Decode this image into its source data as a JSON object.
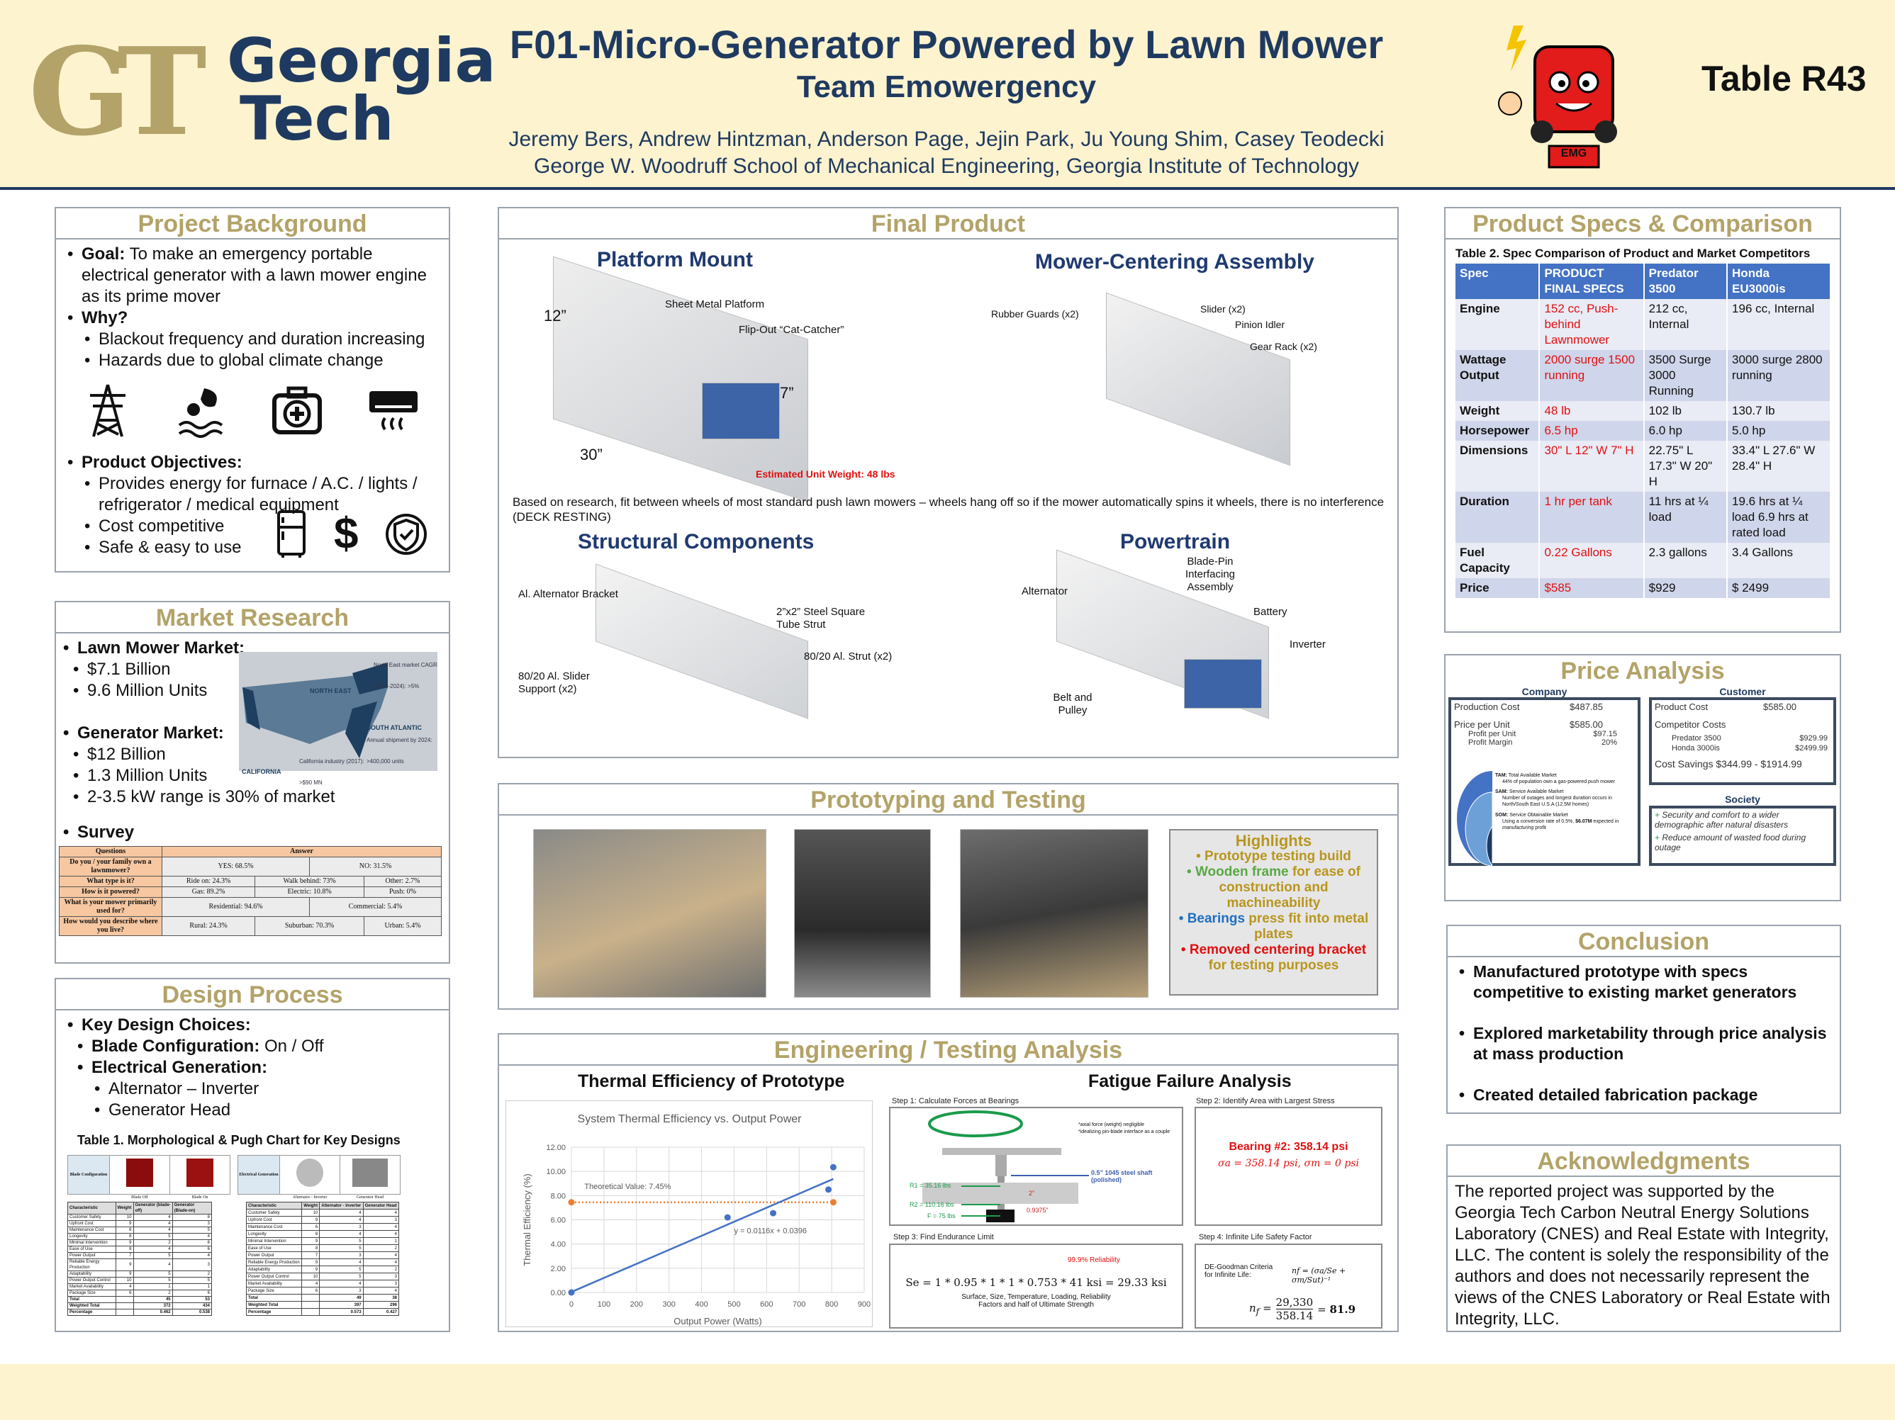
{
  "header": {
    "logo_mono": "GT",
    "logo_word1": "Georgia",
    "logo_word2": "Tech",
    "title": "F01-Micro-Generator Powered by Lawn Mower",
    "team": "Team Emowergency",
    "authors": "Jeremy Bers, Andrew Hintzman, Anderson Page, Jejin Park, Ju Young Shim, Casey Teodecki",
    "school": "George W. Woodruff School of Mechanical Engineering, Georgia Institute of Technology",
    "mascot_badge": "EMG",
    "table_label": "Table R43"
  },
  "colors": {
    "navy": "#1f3a60",
    "gold": "#b3a369",
    "header_bg": "#fdf3cf",
    "red": "#e01010",
    "table_blue": "#4472c4"
  },
  "background": {
    "title": "Project Background",
    "goal_label": "Goal:",
    "goal_text": " To make an emergency portable electrical generator with a lawn mower engine as its prime mover",
    "why_label": "Why?",
    "why_items": [
      "Blackout frequency and duration increasing",
      "Hazards due to global climate change"
    ],
    "icons_row1": [
      "power-tower-icon",
      "storm-flood-icon",
      "medical-kit-icon",
      "air-conditioner-icon"
    ],
    "objectives_label": "Product Objectives:",
    "objectives": [
      "Provides energy for furnace / A.C. / lights / refrigerator / medical equipment",
      "Cost competitive",
      "Safe & easy to use"
    ],
    "icons_row2": [
      "refrigerator-icon",
      "dollar-icon",
      "shield-check-icon"
    ]
  },
  "market": {
    "title": "Market Research",
    "lawn_label": "Lawn Mower Market:",
    "lawn_items": [
      "$7.1 Billion",
      "9.6 Million Units"
    ],
    "gen_label": "Generator Market:",
    "gen_items": [
      "$12 Billion",
      "1.3 Million Units",
      "2-3.5 kW range is 30% of market"
    ],
    "map": {
      "ne_label": "NORTH EAST",
      "ne_note": "North East market CAGR (2018-2024): >5%",
      "sa_label": "SOUTH ATLANTIC",
      "sa_note": "Annual shipment by 2024: >400,000 units",
      "ca_label": "CALIFORNIA",
      "ca_note": "California industry (2017): >$90 MN"
    },
    "survey_label": "Survey",
    "survey": {
      "headers": [
        "Questions",
        "Answer"
      ],
      "rows": [
        {
          "q": "Do you / your family own a lawnmower?",
          "a": [
            "YES: 68.5%",
            "NO: 31.5%"
          ]
        },
        {
          "q": "What type is it?",
          "a": [
            "Ride on: 24.3%",
            "Walk behind: 73%",
            "Other: 2.7%"
          ]
        },
        {
          "q": "How is it powered?",
          "a": [
            "Gas: 89.2%",
            "Electric: 10.8%",
            "Push: 0%"
          ]
        },
        {
          "q": "What is your mower primarily used for?",
          "a": [
            "Residential: 94.6%",
            "Commercial: 5.4%"
          ]
        },
        {
          "q": "How would you describe where you live?",
          "a": [
            "Rural: 24.3%",
            "Suburban: 70.3%",
            "Urban: 5.4%"
          ]
        }
      ]
    }
  },
  "design": {
    "title": "Design Process",
    "key_label": "Key Design Choices:",
    "blade_label": "Blade Configuration:",
    "blade_value": " On / Off",
    "elec_label": "Electrical Generation:",
    "elec_items": [
      "Alternator – Inverter",
      "Generator Head"
    ],
    "table_caption": "Table 1. Morphological & Pugh Chart for Key Designs",
    "morph_left": {
      "label": "Blade Configuration",
      "options": [
        "Blade Off",
        "Blade On"
      ]
    },
    "morph_right": {
      "label": "Electrical Generation",
      "options": [
        "Alternator - Inverter",
        "Generator Head"
      ]
    },
    "pugh_left": {
      "headers": [
        "Characteristic",
        "Weight",
        "Generator (blade-off)",
        "Generator (Blade-on)"
      ],
      "rows": [
        [
          "Customer Safety",
          "10",
          "4",
          "8"
        ],
        [
          "Upfront Cost",
          "9",
          "4",
          "3"
        ],
        [
          "Maintenance Cost",
          "6",
          "4",
          "5"
        ],
        [
          "Longevity",
          "8",
          "5",
          "4"
        ],
        [
          "Minimal Intervention",
          "9",
          "2",
          "6"
        ],
        [
          "Ease of Use",
          "8",
          "4",
          "6"
        ],
        [
          "Power Output",
          "7",
          "5",
          "4"
        ],
        [
          "Reliable Energy Production",
          "9",
          "4",
          "3"
        ],
        [
          "Adaptability",
          "9",
          "5",
          "2"
        ],
        [
          "Power Output Control",
          "10",
          "5",
          "5"
        ],
        [
          "Market Availability",
          "4",
          "1",
          "1"
        ],
        [
          "Package Size",
          "6",
          "2",
          "6"
        ],
        [
          "Total",
          "",
          "45",
          "53"
        ],
        [
          "Weighted Total",
          "",
          "372",
          "434"
        ],
        [
          "Percentage",
          "",
          "0.462",
          "0.538"
        ]
      ]
    },
    "pugh_right": {
      "headers": [
        "Characteristic",
        "Weight",
        "Alternator - Inverter",
        "Generator Head"
      ],
      "rows": [
        [
          "Customer Safety",
          "10",
          "4",
          "4"
        ],
        [
          "Upfront Cost",
          "9",
          "4",
          "3"
        ],
        [
          "Maintenance Cost",
          "6",
          "3",
          "4"
        ],
        [
          "Longevity",
          "8",
          "4",
          "4"
        ],
        [
          "Minimal Intervention",
          "9",
          "5",
          "1"
        ],
        [
          "Ease of Use",
          "8",
          "5",
          "2"
        ],
        [
          "Power Output",
          "7",
          "3",
          "4"
        ],
        [
          "Reliable Energy Production",
          "9",
          "4",
          "4"
        ],
        [
          "Adaptability",
          "9",
          "5",
          "2"
        ],
        [
          "Power Output Control",
          "10",
          "5",
          "3"
        ],
        [
          "Market Availability",
          "4",
          "4",
          "3"
        ],
        [
          "Package Size",
          "6",
          "3",
          "4"
        ],
        [
          "Total",
          "",
          "49",
          "38"
        ],
        [
          "Weighted Total",
          "",
          "397",
          "296"
        ],
        [
          "Percentage",
          "",
          "0.573",
          "0.427"
        ]
      ]
    }
  },
  "final": {
    "title": "Final Product",
    "platform_title": "Platform Mount",
    "platform_labels": {
      "sheet": "Sheet Metal Platform",
      "catcher": "Flip-Out “Cat-Catcher”",
      "w": "12”",
      "h": "7”",
      "l": "30”",
      "weight": "Estimated Unit Weight: 48 lbs"
    },
    "centering_title": "Mower-Centering Assembly",
    "centering_labels": {
      "guards": "Rubber Guards (x2)",
      "slider": "Slider (x2)",
      "pinion": "Pinion Idler",
      "rack": "Gear Rack (x2)"
    },
    "note": "Based on research, fit between wheels of most standard push lawn mowers – wheels hang off so if the mower automatically spins it wheels, there is no interference (DECK RESTING)",
    "structural_title": "Structural Components",
    "structural_labels": {
      "bracket": "Al. Alternator Bracket",
      "tube": "2”x2” Steel Square Tube Strut",
      "strut": "80/20 Al. Strut (x2)",
      "slider": "80/20 Al. Slider Support (x2)"
    },
    "powertrain_title": "Powertrain",
    "powertrain_labels": {
      "bladepin": "Blade-Pin Interfacing Assembly",
      "alternator": "Alternator",
      "battery": "Battery",
      "inverter": "Inverter",
      "belt": "Belt and Pulley"
    }
  },
  "prototype": {
    "title": "Prototyping and Testing",
    "highlights_title": "Highlights",
    "highlights": [
      {
        "accent": "",
        "text": "Prototype testing build",
        "accent_color": "#b8961e"
      },
      {
        "accent": "Wooden frame",
        "text": " for ease of construction and machineability",
        "accent_color": "#5aa846"
      },
      {
        "accent": "Bearings",
        "text": " press fit into metal plates",
        "accent_color": "#1f6fc0"
      },
      {
        "accent": "Removed centering bracket",
        "text": " for testing purposes",
        "accent_color": "#e01010"
      }
    ]
  },
  "engineering": {
    "title": "Engineering / Testing Analysis",
    "thermal_title": "Thermal Efficiency of Prototype",
    "fatigue_title": "Fatigue Failure Analysis",
    "step1": {
      "label": "Step 1: Calculate Forces at Bearings",
      "note1": "*axial force (weight) negligible",
      "note2": "*idealizing pin-blade interface as a couple",
      "shaft": "0.5” 1045 steel shaft (polished)",
      "r1": "R1 = 35.16 lbs",
      "r2": "R2 = 110.16 lbs",
      "f": "F = 75 lbs",
      "d1": "2”",
      "d2": "0.9375”"
    },
    "step2": {
      "label": "Step 2: Identify Area with Largest Stress",
      "bearing": "Bearing #2: 358.14 psi",
      "eq": "σa = 358.14 psi, σm = 0 psi"
    },
    "step3": {
      "label": "Step 3: Find Endurance Limit",
      "reliability": "99.9% Reliability",
      "eq": "Se = 1 * 0.95 * 1 * 1 * 0.753 * 41 ksi = 29.33 ksi",
      "caption1": "Surface, Size, Temperature, Loading, Reliability",
      "caption2": "Factors and half of Ultimate Strength"
    },
    "step4": {
      "label": "Step 4: Infinite Life Safety Factor",
      "criteria": "DE-Goodman Criteria for Infinite Life:",
      "formula": "nf = (σa/Se + σm/Sut)⁻¹",
      "num": "29,330",
      "den": "358.14",
      "result": "81.9"
    }
  },
  "chart_data": {
    "type": "scatter",
    "title": "System Thermal Efficiency vs. Output Power",
    "xlabel": "Output Power (Watts)",
    "ylabel": "Thermal Efficiency (%)",
    "xlim": [
      0,
      900
    ],
    "ylim": [
      0,
      12
    ],
    "xticks": [
      "0",
      "100",
      "200",
      "300",
      "400",
      "500",
      "600",
      "700",
      "800",
      "900"
    ],
    "yticks": [
      "0.00",
      "2.00",
      "4.00",
      "6.00",
      "8.00",
      "10.00",
      "12.00"
    ],
    "grid": true,
    "series": [
      {
        "points": [
          [
            0,
            0
          ],
          [
            480,
            6.2
          ],
          [
            620,
            6.55
          ],
          [
            790,
            8.5
          ],
          [
            805,
            10.35
          ]
        ],
        "color": "#4472c4"
      },
      {
        "points": [
          [
            0,
            7.45
          ],
          [
            805,
            7.45
          ]
        ],
        "color": "#ed7d31",
        "style": "dotted"
      }
    ],
    "trendline": {
      "slope": 0.0116,
      "intercept": 0.0396,
      "label": "y = 0.0116x + 0.0396",
      "color": "#4472c4"
    },
    "annotation": "Theoretical Value: 7.45%"
  },
  "specs": {
    "title": "Product Specs & Comparison",
    "caption": "Table 2. Spec Comparison of Product and Market Competitors",
    "headers": [
      "Spec",
      "PRODUCT FINAL SPECS",
      "Predator 3500",
      "Honda EU3000is"
    ],
    "rows": [
      [
        "Engine",
        "152 cc, Push-behind Lawnmower",
        "212 cc, Internal",
        "196 cc, Internal"
      ],
      [
        "Wattage Output",
        "2000 surge 1500 running",
        "3500 Surge 3000 Running",
        "3000 surge 2800 running"
      ],
      [
        "Weight",
        "48 lb",
        "102 lb",
        "130.7 lb"
      ],
      [
        "Horsepower",
        "6.5 hp",
        "6.0 hp",
        "5.0 hp"
      ],
      [
        "Dimensions",
        "30\" L 12\" W 7\" H",
        "22.75\" L 17.3\" W 20\" H",
        "33.4\" L 27.6\" W 28.4\" H"
      ],
      [
        "Duration",
        "1 hr per tank",
        "11 hrs at ¼ load",
        "19.6 hrs at ¼ load 6.9 hrs at rated load"
      ],
      [
        "Fuel Capacity",
        "0.22 Gallons",
        "2.3 gallons",
        "3.4 Gallons"
      ],
      [
        "Price",
        "$585",
        "$929",
        "$ 2499"
      ]
    ]
  },
  "price": {
    "title": "Price Analysis",
    "company_title": "Company",
    "production_cost_label": "Production Cost",
    "production_cost": "$487.85",
    "price_unit_label": "Price per Unit",
    "price_unit": "$585.00",
    "profit_unit_label": "Profit per Unit",
    "profit_unit": "$97.15",
    "profit_margin_label": "Profit Margin",
    "profit_margin": "20%",
    "tam_label": "TAM:",
    "tam_name": " Total Available Market",
    "tam_text": "44% of population own a gas-powered push mower",
    "sam_label": "SAM:",
    "sam_name": " Service Available Market",
    "sam_text": "Number of outages and longest duration occurs in North/South East U.S.A (12.5M homes)",
    "som_label": "SOM:",
    "som_name": " Service Obtainable Market",
    "som_text_a": "Using a conversion rate of 0.5%, ",
    "som_text_b": "$6.07M",
    "som_text_c": " expected in ",
    "som_text_d": "manufacturing",
    "som_text_e": " profit",
    "customer_title": "Customer",
    "product_cost_label": "Product Cost",
    "product_cost": "$585.00",
    "competitor_label": "Competitor Costs",
    "competitors": [
      {
        "name": "Predator 3500",
        "price": "$929.99"
      },
      {
        "name": "Honda 3000is",
        "price": "$2499.99"
      }
    ],
    "savings": "Cost Savings $344.99 - $1914.99",
    "society_title": "Society",
    "society_items": [
      "Security and comfort to a wider demographic after natural disasters",
      "Reduce amount of wasted food during outage"
    ]
  },
  "conclusion": {
    "title": "Conclusion",
    "items": [
      "Manufactured prototype with specs competitive to existing market generators",
      "Explored marketability through price analysis at mass production",
      "Created detailed fabrication package"
    ]
  },
  "ack": {
    "title": "Acknowledgments",
    "text": "The reported project was supported by the Georgia Tech Carbon Neutral Energy Solutions Laboratory (CNES) and Real Estate with Integrity, LLC. The content is solely the responsibility of the authors and does not necessarily represent the views of the CNES Laboratory or Real Estate with Integrity, LLC."
  }
}
